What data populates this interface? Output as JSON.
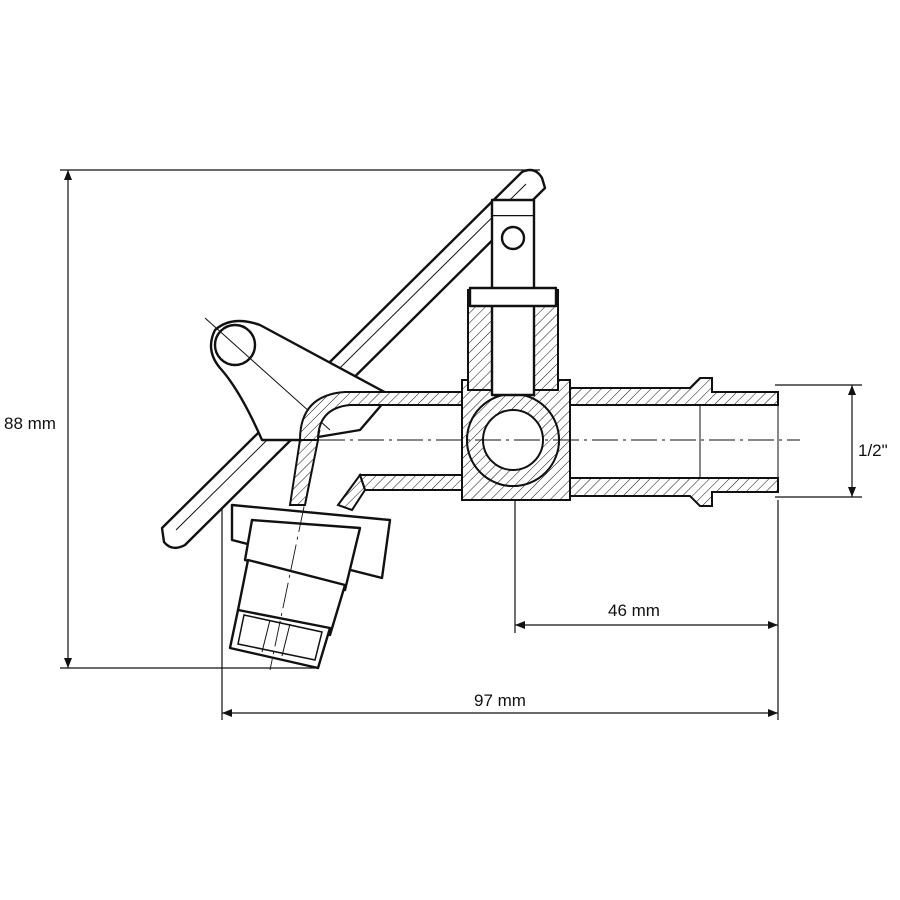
{
  "drawing": {
    "dimensions": {
      "height": "88 mm",
      "thread": "1/2\"",
      "outlet_offset": "46 mm",
      "length": "97 mm"
    }
  }
}
